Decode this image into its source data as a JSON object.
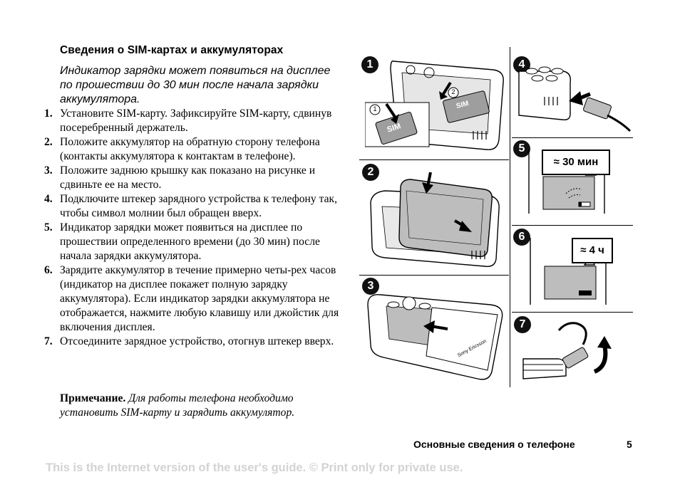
{
  "page": {
    "section_title": "Сведения о SIM-картах и аккумуляторах",
    "intro": "Индикатор зарядки может появиться на дисплее по прошествии до 30 мин после начала зарядки аккумулятора.",
    "steps": [
      {
        "num": "1.",
        "text": "Установите SIM-карту. Зафиксируйте SIM-карту, сдвинув посеребренный держатель."
      },
      {
        "num": "2.",
        "text": "Положите аккумулятор на обратную сторону телефона (контакты аккумулятора к контактам в телефоне)."
      },
      {
        "num": "3.",
        "text": "Положите заднюю крышку как показано на рисунке и сдвиньте ее на место."
      },
      {
        "num": "4.",
        "text": "Подключите штекер зарядного устройства к телефону так, чтобы символ молнии был обращен вверх."
      },
      {
        "num": "5.",
        "text": "Индикатор зарядки может появиться на дисплее по прошествии определенного времени (до 30 мин) после начала зарядки аккумулятора."
      },
      {
        "num": "6.",
        "text": "Зарядите аккумулятор в течение примерно четы-рех часов (индикатор на дисплее покажет полную зарядку аккумулятора). Если индикатор зарядки аккумулятора не отображается, нажмите любую клавишу или джойстик для включения дисплея."
      },
      {
        "num": "7.",
        "text": "Отсоедините зарядное устройство, отогнув штекер вверх."
      }
    ],
    "note_label": "Примечание.",
    "note_text": "Для работы телефона необходимо установить SIM-карту и зарядить аккумулятор.",
    "footer_section": "Основные сведения о телефоне",
    "footer_page": "5",
    "watermark": "This is the Internet version of the user's guide. © Print only for private use."
  },
  "figures": {
    "badges": [
      "1",
      "2",
      "3",
      "4",
      "5",
      "6",
      "7"
    ],
    "sub_badges": [
      "1",
      "2"
    ],
    "sim_label": "SIM",
    "brand_label": "Sony Ericsson",
    "callout_30": "≈ 30 мин",
    "callout_4h": "≈ 4 ч"
  },
  "colors": {
    "watermark": "#d3d3d3",
    "ink": "#000000",
    "shade": "#bdbdbd"
  }
}
